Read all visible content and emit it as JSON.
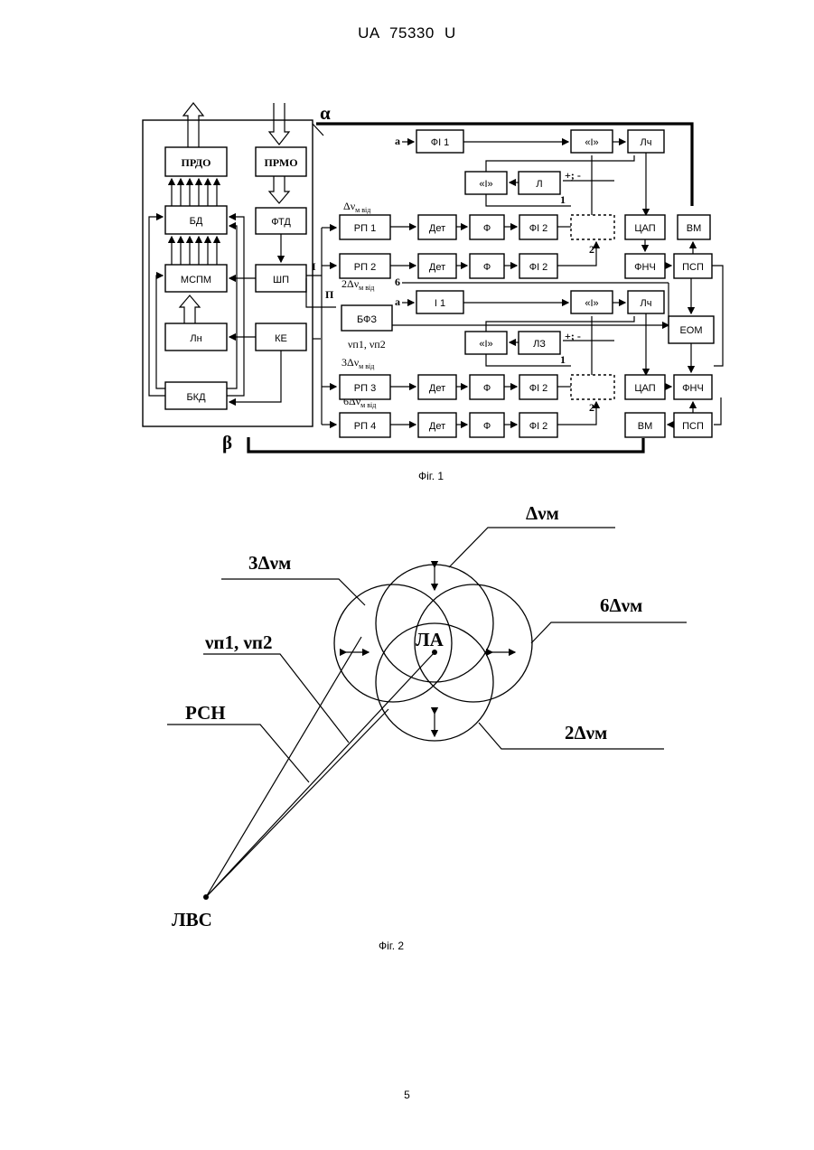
{
  "header": "UA   75330   U",
  "fig1": {
    "caption": "Фіг. 1",
    "alpha": "α",
    "beta": "β",
    "left": {
      "prdo": "ПРДО",
      "prmo": "ПРМО",
      "bd": "БД",
      "ftd": "ФТД",
      "mspm": "МСПМ",
      "shp": "ШП",
      "ln": "Лн",
      "ke": "КЕ",
      "bkd": "БКД"
    },
    "mid": {
      "label_I": "I",
      "label_II": "П",
      "rp1": "РП 1",
      "rp2": "РП 2",
      "rp3": "РП 3",
      "rp4": "РП 4",
      "det": "Дет",
      "f": "Ф",
      "fi2": "ФІ 2",
      "fi1": "ФІ 1",
      "i1": "І 1",
      "bfz": "БФЗ",
      "int": "«І»",
      "l": "Л",
      "lz": "ЛЗ",
      "lch": "Лч",
      "cap": "ЦАП",
      "fnch": "ФНЧ",
      "psp": "ПСП",
      "vm": "ВМ",
      "eom": "ЕОМ",
      "pm": "+; -",
      "a": "а",
      "one": "1",
      "two": "2",
      "six": "6",
      "d1": "Δν",
      "d1sub": "м від",
      "d2": "2Δν",
      "d2sub": "м від",
      "d3": "3Δν",
      "d3sub": "м від",
      "d6": "6Δν",
      "d6sub": "м від",
      "vn": "νп1, νп2"
    }
  },
  "fig2": {
    "caption": "Фіг. 2",
    "dvm": "Δνм",
    "d3": "3Δνм",
    "d6": "6Δνм",
    "d2": "2Δνм",
    "vn": "νп1, νп2",
    "rsn": "РСН",
    "la": "ЛА",
    "lvs": "ЛВС"
  },
  "page_number": "5"
}
